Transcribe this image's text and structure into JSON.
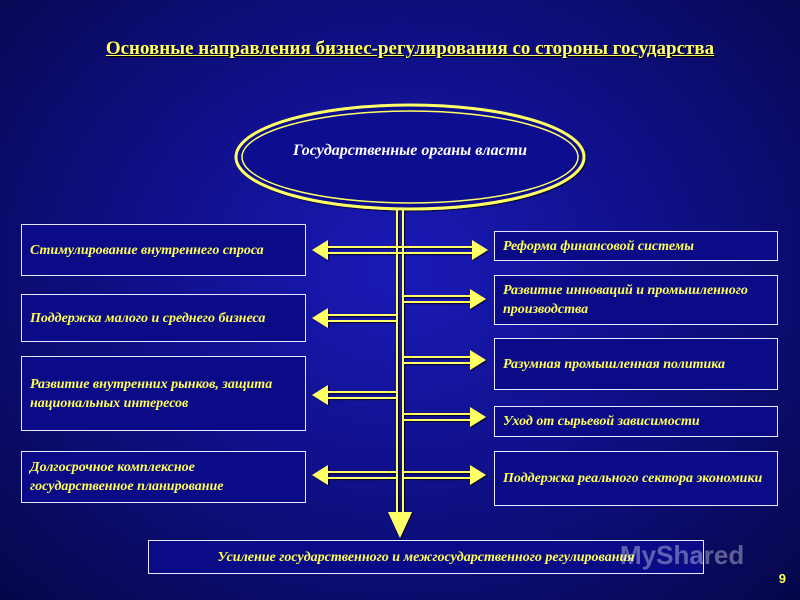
{
  "title": "Основные направления бизнес-регулирования со стороны государства",
  "center": "Государственные органы власти",
  "left_boxes": [
    "Стимулирование внутреннего спроса",
    "Поддержка малого и среднего бизнеса",
    "Развитие внутренних рынков, защита национальных интересов",
    "Долгосрочное комплексное государственное планирование"
  ],
  "right_boxes": [
    "Реформа финансовой системы",
    "Развитие инноваций и промышленного производства",
    "Разумная промышленная политика",
    "Уход от сырьевой зависимости",
    "Поддержка реального сектора экономики"
  ],
  "bottom_box": "Усиление государственного и межгосударственного регулирования",
  "page_number": "9",
  "watermark": "MyShared",
  "colors": {
    "text_yellow": "#ffff55",
    "line_yellow": "#ffff66",
    "box_fill": "#0b0b88",
    "background": "#10108a"
  }
}
